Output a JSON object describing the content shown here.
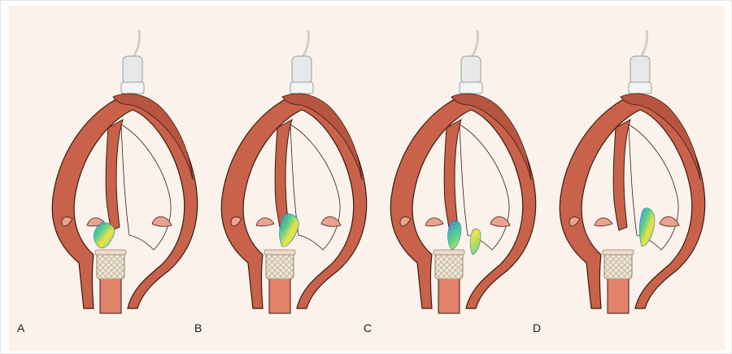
{
  "panels": [
    {
      "label": "A"
    },
    {
      "label": "B"
    },
    {
      "label": "C"
    },
    {
      "label": "D"
    }
  ],
  "colors": {
    "background": "#fbf3eb",
    "myocardium": "#c9624a",
    "myocardium_stroke": "#3b1a12",
    "valve_tissue": "#e9a38f",
    "probe": "#e8e8e8",
    "stent": "#efe6d6",
    "jet_core": "#f2e23a",
    "jet_mid": "#4fd08a",
    "jet_edge": "#3a8fe0"
  },
  "icons": {
    "probe": "ultrasound-probe-icon",
    "valve": "transcatheter-valve-icon",
    "jet": "color-doppler-jet-icon"
  }
}
